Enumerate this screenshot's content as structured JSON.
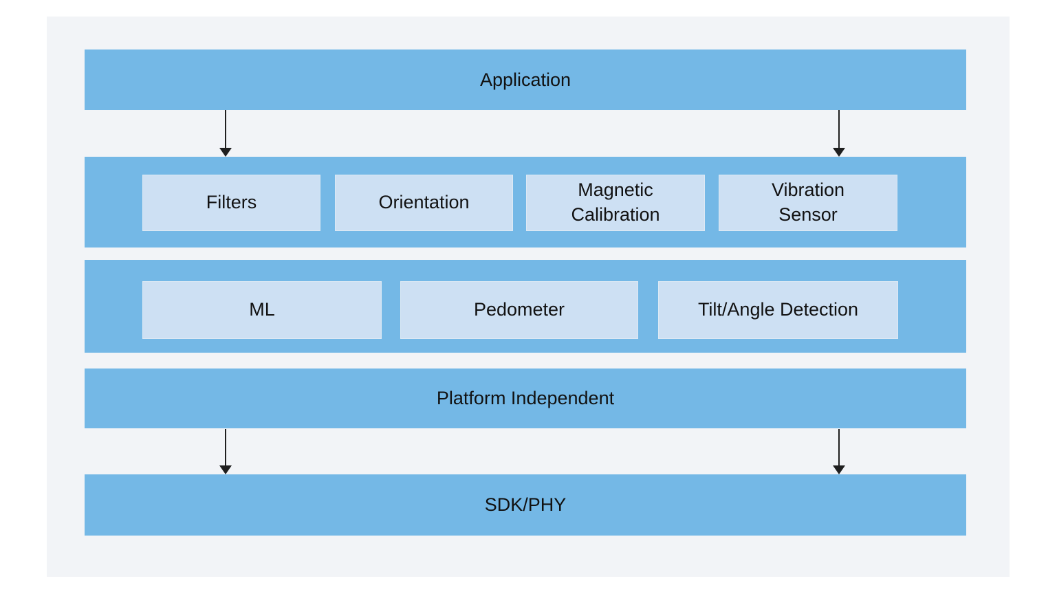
{
  "diagram": {
    "title_hint": "Layered software architecture stack",
    "application": {
      "label": "Application"
    },
    "middleware_row": {
      "boxes": [
        {
          "label": "Filters"
        },
        {
          "label": "Orientation"
        },
        {
          "label": "Magnetic\nCalibration"
        },
        {
          "label": "Vibration\nSensor"
        }
      ]
    },
    "algorithms_row": {
      "boxes": [
        {
          "label": "ML"
        },
        {
          "label": "Pedometer"
        },
        {
          "label": "Tilt/Angle Detection"
        }
      ]
    },
    "platform": {
      "label": "Platform Independent"
    },
    "sdk": {
      "label": "SDK/PHY"
    },
    "connections": [
      {
        "from": "Application",
        "to": "middleware layer",
        "count": 2
      },
      {
        "from": "Platform Independent",
        "to": "SDK/PHY",
        "count": 2
      }
    ],
    "colors": {
      "bar_blue": "#74b8e6",
      "inner_box_blue": "#cde0f3",
      "panel_background": "#f2f4f7",
      "arrow": "#1f1f1f",
      "text": "#111111"
    }
  }
}
